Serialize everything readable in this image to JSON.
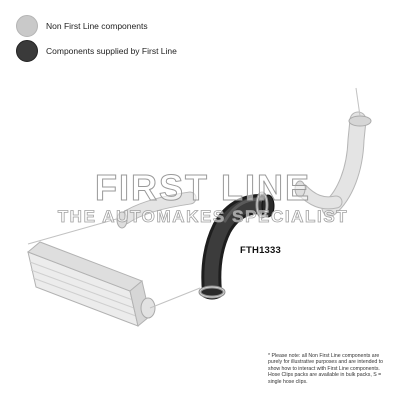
{
  "legend": {
    "non_first_line": "Non First Line components",
    "first_line": "Components supplied by First Line"
  },
  "watermark": {
    "line1": "FIRST LINE",
    "line2": "THE AUTOMAKES SPECIALIST"
  },
  "part_number": "FTH1333",
  "note": "* Please note: all Non First Line components are purely for illustrative purposes and are intended to show how to interact with First Line components. Hose Clips packs are available in bulk packs, S = single hose clips.",
  "colors": {
    "non_first_line": "#c9c9c9",
    "first_line": "#2e2e2e"
  }
}
